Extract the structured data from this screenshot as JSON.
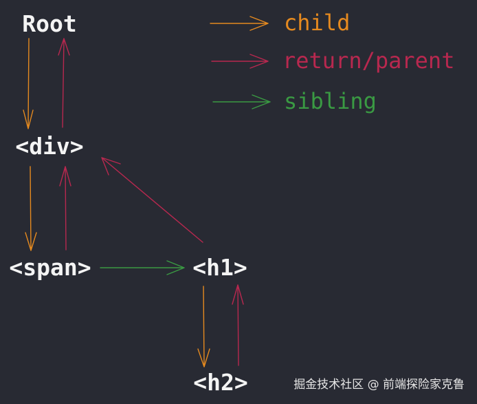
{
  "colors": {
    "background": "#282a33",
    "child": "#e68a1f",
    "return": "#b8284f",
    "sibling": "#3a9a43",
    "node_text": "#f4f4f4"
  },
  "nodes": {
    "root": "Root",
    "div": "<div>",
    "span": "<span>",
    "h1": "<h1>",
    "h2": "<h2>"
  },
  "legend": {
    "child": "child",
    "return": "return/parent",
    "sibling": "sibling"
  },
  "edges": [
    {
      "from": "root",
      "to": "div",
      "relation": "child"
    },
    {
      "from": "div",
      "to": "root",
      "relation": "return"
    },
    {
      "from": "div",
      "to": "span",
      "relation": "child"
    },
    {
      "from": "span",
      "to": "div",
      "relation": "return"
    },
    {
      "from": "span",
      "to": "h1",
      "relation": "sibling"
    },
    {
      "from": "h1",
      "to": "div",
      "relation": "return"
    },
    {
      "from": "h1",
      "to": "h2",
      "relation": "child"
    },
    {
      "from": "h2",
      "to": "h1",
      "relation": "return"
    }
  ],
  "watermark": "掘金技术社区 @ 前端探险家克鲁"
}
